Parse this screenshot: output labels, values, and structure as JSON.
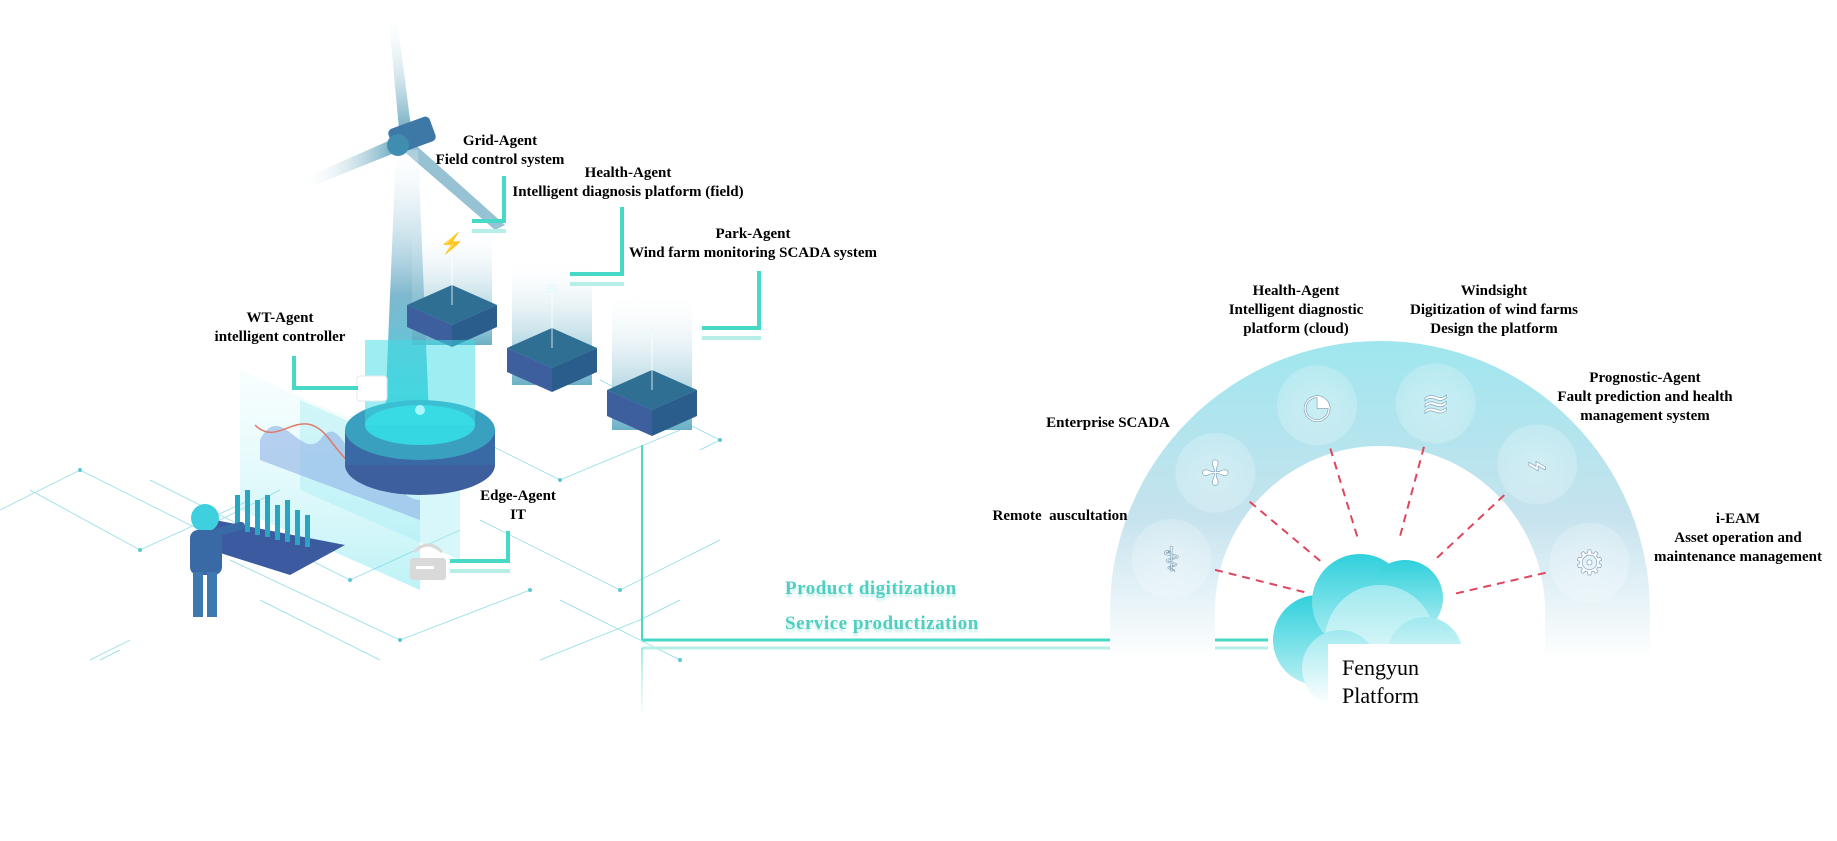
{
  "left_scene": {
    "agents": [
      {
        "id": "grid",
        "lines": [
          "Grid-Agent",
          "Field control system"
        ],
        "icon": "lightning-icon"
      },
      {
        "id": "health-field",
        "lines": [
          "Health-Agent",
          "Intelligent diagnosis platform (field)"
        ],
        "icon": "wind-data-icon"
      },
      {
        "id": "park",
        "lines": [
          "Park-Agent",
          "Wind farm monitoring SCADA system"
        ],
        "icon": "dots-cluster-icon"
      },
      {
        "id": "wt",
        "lines": [
          "WT-Agent",
          "intelligent controller"
        ],
        "icon": "controller-device-icon"
      },
      {
        "id": "edge",
        "lines": [
          "Edge-Agent",
          "IT"
        ],
        "icon": "router-icon"
      }
    ]
  },
  "connector": {
    "lines": [
      "Product digitization",
      "Service productization"
    ]
  },
  "arch": {
    "items": [
      {
        "id": "remote",
        "lines": [
          "Remote  auscultation"
        ],
        "icon": "stethoscope-icon"
      },
      {
        "id": "enterprise-scada",
        "lines": [
          "Enterprise SCADA"
        ],
        "icon": "wind-turbines-icon"
      },
      {
        "id": "health-cloud",
        "lines": [
          "Health-Agent",
          "Intelligent diagnostic",
          "platform (cloud)"
        ],
        "icon": "analytics-hub-icon"
      },
      {
        "id": "windsight",
        "lines": [
          "Windsight",
          "Digitization of wind farms",
          "Design the platform"
        ],
        "icon": "wind-icon"
      },
      {
        "id": "prognostic",
        "lines": [
          "Prognostic-Agent",
          "Fault prediction and health",
          "management system"
        ],
        "icon": "monitor-pulse-icon"
      },
      {
        "id": "ieam",
        "lines": [
          "i-EAM",
          "Asset operation and",
          "maintenance management"
        ],
        "icon": "gear-wrench-icon"
      }
    ],
    "platform": {
      "lines": [
        "Fengyun",
        "Platform"
      ]
    }
  },
  "colors": {
    "teal": "#48d8c6",
    "teal_light": "#b5efe7",
    "arch_top": "#9fe6ee",
    "arch_bottom": "#eef1f7",
    "dash_red": "#e0455e",
    "tower_blue": "#3a7fa8",
    "server_blue": "#2f6f93"
  }
}
